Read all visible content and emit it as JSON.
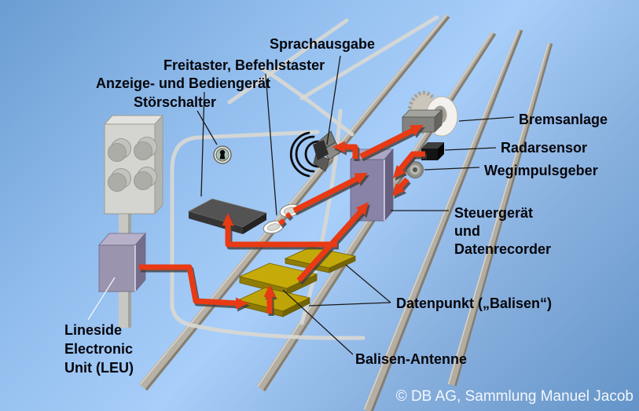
{
  "diagram": {
    "title_context": "Train control system components (cab and trackside equipment)",
    "credit": "© DB AG, Sammlung Manuel Jacob",
    "labels": {
      "sprachausgabe": "Sprachausgabe",
      "freitaster_befehlstaster": "Freitaster, Befehlstaster",
      "anzeige_bediengeraet": "Anzeige- und Bediengerät",
      "stoerschalter": "Störschalter",
      "bremsanlage": "Bremsanlage",
      "radarsensor": "Radarsensor",
      "wegimpulsgeber": "Wegimpulsgeber",
      "steuergeraet": {
        "line1": "Steuergerät",
        "line2": "und",
        "line3": "Datenrecorder"
      },
      "datenpunkt": "Datenpunkt („Balisen“)",
      "balisen_antenne": "Balisen-Antenne",
      "leu": {
        "line1": "Lineside",
        "line2": "Electronic",
        "line3": "Unit (LEU)"
      }
    },
    "colors": {
      "arrow_red": "#E83A14",
      "arrow_shadow": "#3E3E3E",
      "balise_yellow": "#C2A80A",
      "unit_purple": "#8983A8",
      "rail_gray": "#B7B1A6",
      "label_black": "#06060C",
      "credit_white": "#F3F7FD",
      "bg_top_left": "#6B9FD4",
      "bg_middle": "#A8CEFA",
      "bg_bottom_right": "#6496C9"
    }
  }
}
